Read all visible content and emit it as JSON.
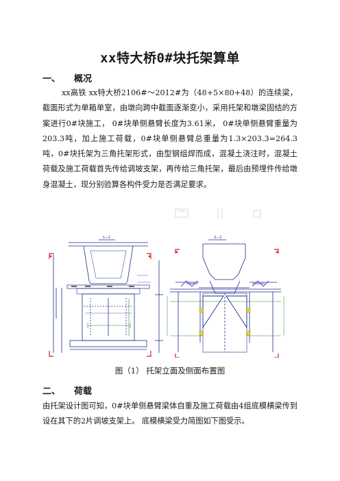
{
  "doc": {
    "title": "xx特大桥0#块托架算单",
    "sections": [
      {
        "num": "一、",
        "heading": "概况",
        "body": "xx高铁 xx特大桥2106#～2012#为（48+5×80+48）的连续梁，截面形式为单箱单室，由墩向跨中截面逐渐变小，采用托架和墩梁固结的方案进行0#块施工， 0#块单侧悬臂长度为3.61米， 0#块单侧悬臂重量为203.3吨，加上施工荷载，0#块单侧悬臂总重量为1.3×203.3=264.3吨，0#块托架为三角托架形式，由型钢组焊而成，混凝土浇注时，混凝土荷载及施工荷载首先传给调坡支架，再传给三角托架，最后由预埋件传给墩身混凝土，现分别验算各构件受力是否满足要求。"
      },
      {
        "num": "二、",
        "heading": "荷载",
        "body": "由托架设计图可知，0#块单侧悬臂梁体自重及施工荷载由4组底模横梁传到设在其下的2片调坡支架上。 底模横梁受力简图如下图受示。"
      }
    ],
    "figure": {
      "caption": "图（1） 托架立面及侧面布置图",
      "left_view_label": "1—1",
      "right_view_label": "2—2"
    }
  },
  "colors": {
    "drawing_line": "#1b2a8c",
    "accent_red": "#d41f1f",
    "accent_green": "#1e8a2e",
    "accent_purple": "#7a3fbf",
    "accent_yellow": "#e6d23a"
  }
}
